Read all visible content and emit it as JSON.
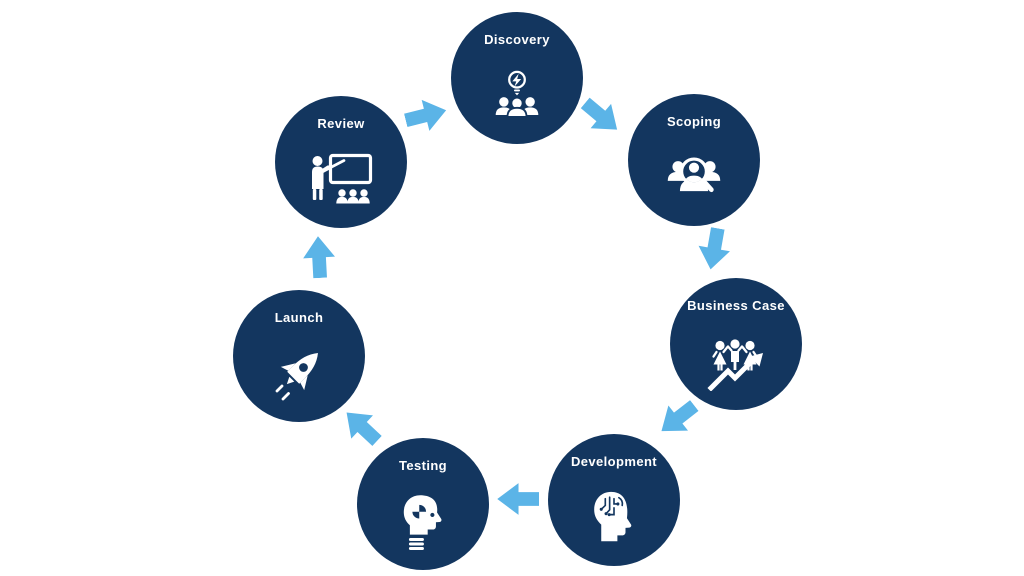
{
  "diagram": {
    "title": "Seven-stage circular product development cycle",
    "colors": {
      "background": "#ffffff",
      "stage_circle": "#13365f",
      "stage_label": "#ffffff",
      "icon": "#ffffff",
      "arrow": "#5bb4e7"
    },
    "stages": [
      {
        "label": "Discovery",
        "icon": "brainstorm-idea-team-icon"
      },
      {
        "label": "Scoping",
        "icon": "team-magnifier-icon"
      },
      {
        "label": "Business Case",
        "icon": "people-growth-arrow-icon"
      },
      {
        "label": "Development",
        "icon": "head-circuit-brain-icon"
      },
      {
        "label": "Testing",
        "icon": "crash-test-dummy-head-icon"
      },
      {
        "label": "Launch",
        "icon": "rocket-icon"
      },
      {
        "label": "Review",
        "icon": "presenter-board-audience-icon"
      }
    ],
    "arrows": [
      {
        "from": "Discovery",
        "to": "Scoping"
      },
      {
        "from": "Scoping",
        "to": "Business Case"
      },
      {
        "from": "Business Case",
        "to": "Development"
      },
      {
        "from": "Development",
        "to": "Testing"
      },
      {
        "from": "Testing",
        "to": "Launch"
      },
      {
        "from": "Launch",
        "to": "Review"
      },
      {
        "from": "Review",
        "to": "Discovery"
      }
    ]
  }
}
